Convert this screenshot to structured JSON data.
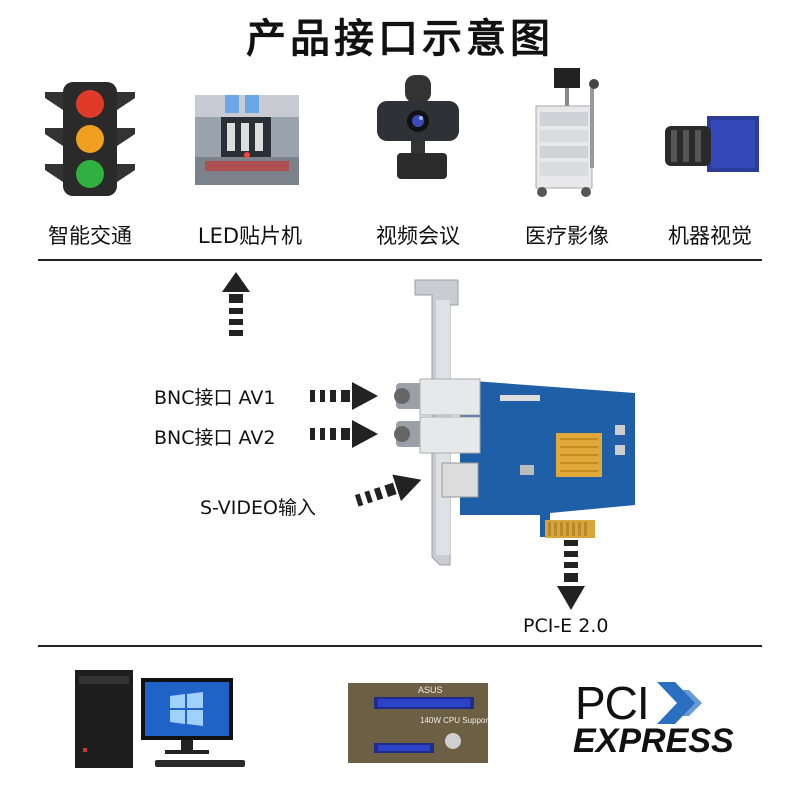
{
  "title": "产品接口示意图",
  "applications": [
    {
      "label": "智能交通",
      "icon": "traffic-light-icon"
    },
    {
      "label": "LED贴片机",
      "icon": "smt-machine-icon"
    },
    {
      "label": "视频会议",
      "icon": "webcam-icon"
    },
    {
      "label": "医疗影像",
      "icon": "medical-cart-icon"
    },
    {
      "label": "机器视觉",
      "icon": "industrial-camera-icon"
    }
  ],
  "interfaces": {
    "bnc_av1": "BNC接口 AV1",
    "bnc_av2": "BNC接口 AV2",
    "svideo": "S-VIDEO输入",
    "pcie": "PCI-E 2.0"
  },
  "bottom": {
    "pc_icon": "desktop-pc-icon",
    "motherboard_icon": "motherboard-icon",
    "motherboard_brand": "ASUS",
    "motherboard_text": "140W CPU Support",
    "pci_logo_word": "PCI",
    "pci_logo_express": "EXPRESS"
  },
  "colors": {
    "board_blue": "#1f5fa8",
    "traffic_red": "#e03a2a",
    "traffic_amber": "#f0a020",
    "traffic_green": "#30b040",
    "pci_accent": "#2a6fc0"
  }
}
